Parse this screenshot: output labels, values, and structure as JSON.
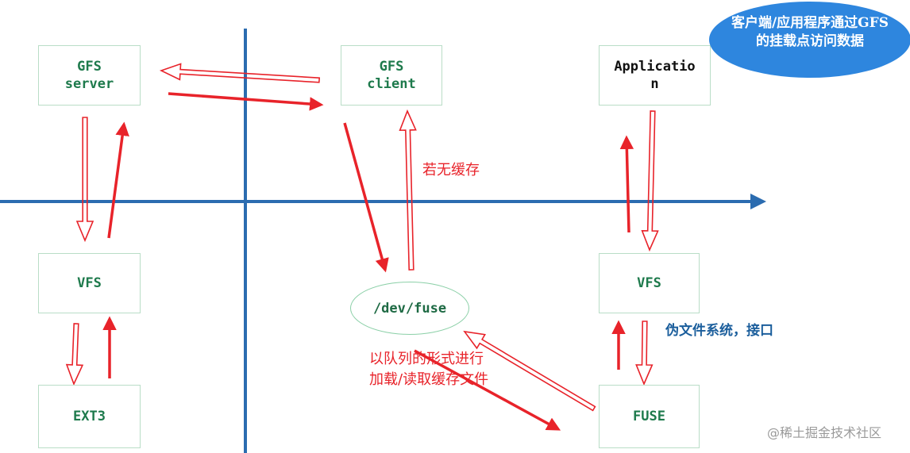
{
  "boxes": {
    "gfs_server": "GFS\nserver",
    "gfs_client": "GFS\nclient",
    "application": "Applicatio\nn",
    "vfs_left": "VFS",
    "vfs_right": "VFS",
    "ext3": "EXT3",
    "fuse": "FUSE"
  },
  "dev_fuse": "/dev/fuse",
  "callout": {
    "line1": "客户端/应用程序通过GFS",
    "line2": "的挂载点访问数据",
    "fill": "#2e86de"
  },
  "notes": {
    "no_cache": "若无缓存",
    "queue_line1": "以队列的形式进行",
    "queue_line2": "加载/读取缓存文件",
    "pseudo_fs": "伪文件系统，接口"
  },
  "watermark": "@稀土掘金技术社区",
  "colors": {
    "arrow": "#e8232a",
    "axis": "#2b6cb0",
    "box_border": "#b9ddc7",
    "box_text": "#1e7a4c"
  }
}
